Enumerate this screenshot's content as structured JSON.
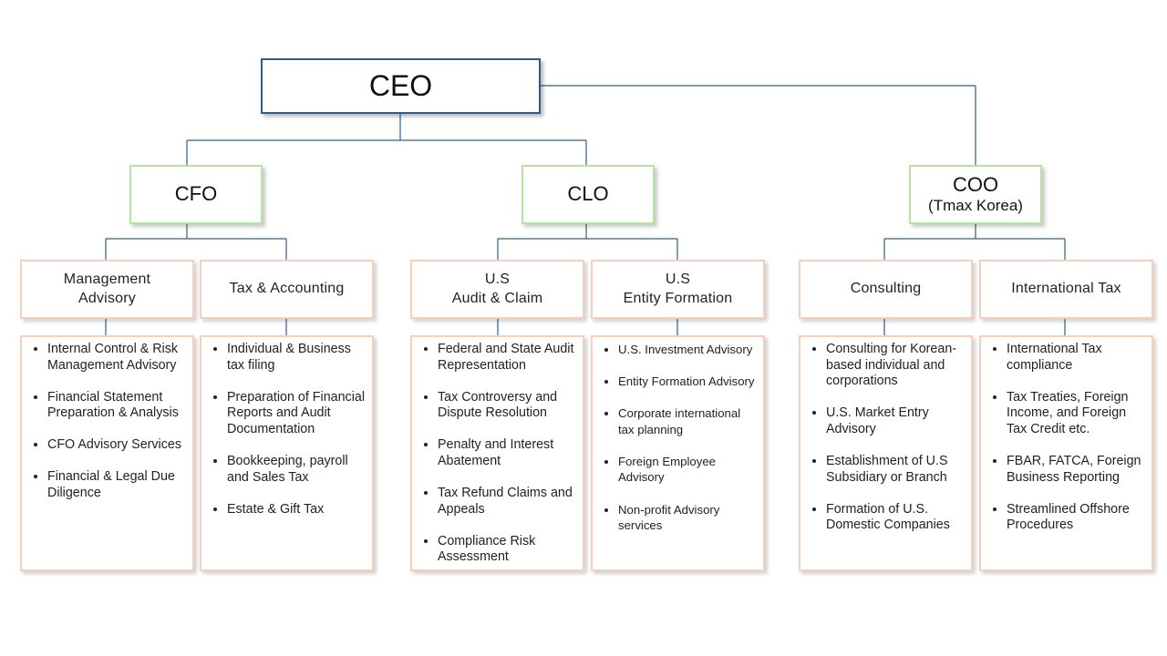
{
  "ceo": {
    "label": "CEO"
  },
  "executives": {
    "cfo": {
      "label": "CFO"
    },
    "clo": {
      "label": "CLO"
    },
    "coo": {
      "label": "COO",
      "sublabel": "(Tmax Korea)"
    }
  },
  "departments": {
    "management_advisory": {
      "title_lines": [
        "Management",
        "Advisory"
      ],
      "items": [
        "Internal Control & Risk Management Advisory",
        "Financial Statement Preparation & Analysis",
        "CFO Advisory Services",
        "Financial & Legal Due Diligence"
      ]
    },
    "tax_accounting": {
      "title_lines": [
        "Tax & Accounting"
      ],
      "items": [
        "Individual & Business tax filing",
        "Preparation of Financial Reports and Audit Documentation",
        "Bookkeeping, payroll and Sales Tax",
        "Estate & Gift Tax"
      ]
    },
    "audit_claim": {
      "title_lines": [
        "U.S",
        "Audit & Claim"
      ],
      "items": [
        "Federal and State Audit Representation",
        "Tax Controversy and Dispute Resolution",
        "Penalty and Interest Abatement",
        "Tax Refund Claims and Appeals",
        "Compliance Risk Assessment"
      ]
    },
    "entity_formation": {
      "title_lines": [
        "U.S",
        "Entity Formation"
      ],
      "items": [
        "U.S. Investment Advisory",
        "Entity Formation Advisory",
        "Corporate international tax planning",
        "Foreign Employee Advisory",
        "Non-profit Advisory services"
      ]
    },
    "consulting": {
      "title_lines": [
        "Consulting"
      ],
      "items": [
        "Consulting for Korean-based individual and corporations",
        "U.S. Market Entry Advisory",
        "Establishment of U.S Subsidiary or Branch",
        "Formation of U.S. Domestic Companies"
      ]
    },
    "international_tax": {
      "title_lines": [
        "International Tax"
      ],
      "items": [
        "International Tax compliance",
        "Tax Treaties, Foreign Income, and Foreign Tax Credit etc.",
        "FBAR, FATCA, Foreign Business Reporting",
        "Streamlined Offshore Procedures"
      ]
    }
  },
  "colors": {
    "ceo_border": "#2e5b94",
    "exec_border": "#b6e2a3",
    "dept_border": "#f7cfba",
    "connector": "#2f5f8a"
  }
}
